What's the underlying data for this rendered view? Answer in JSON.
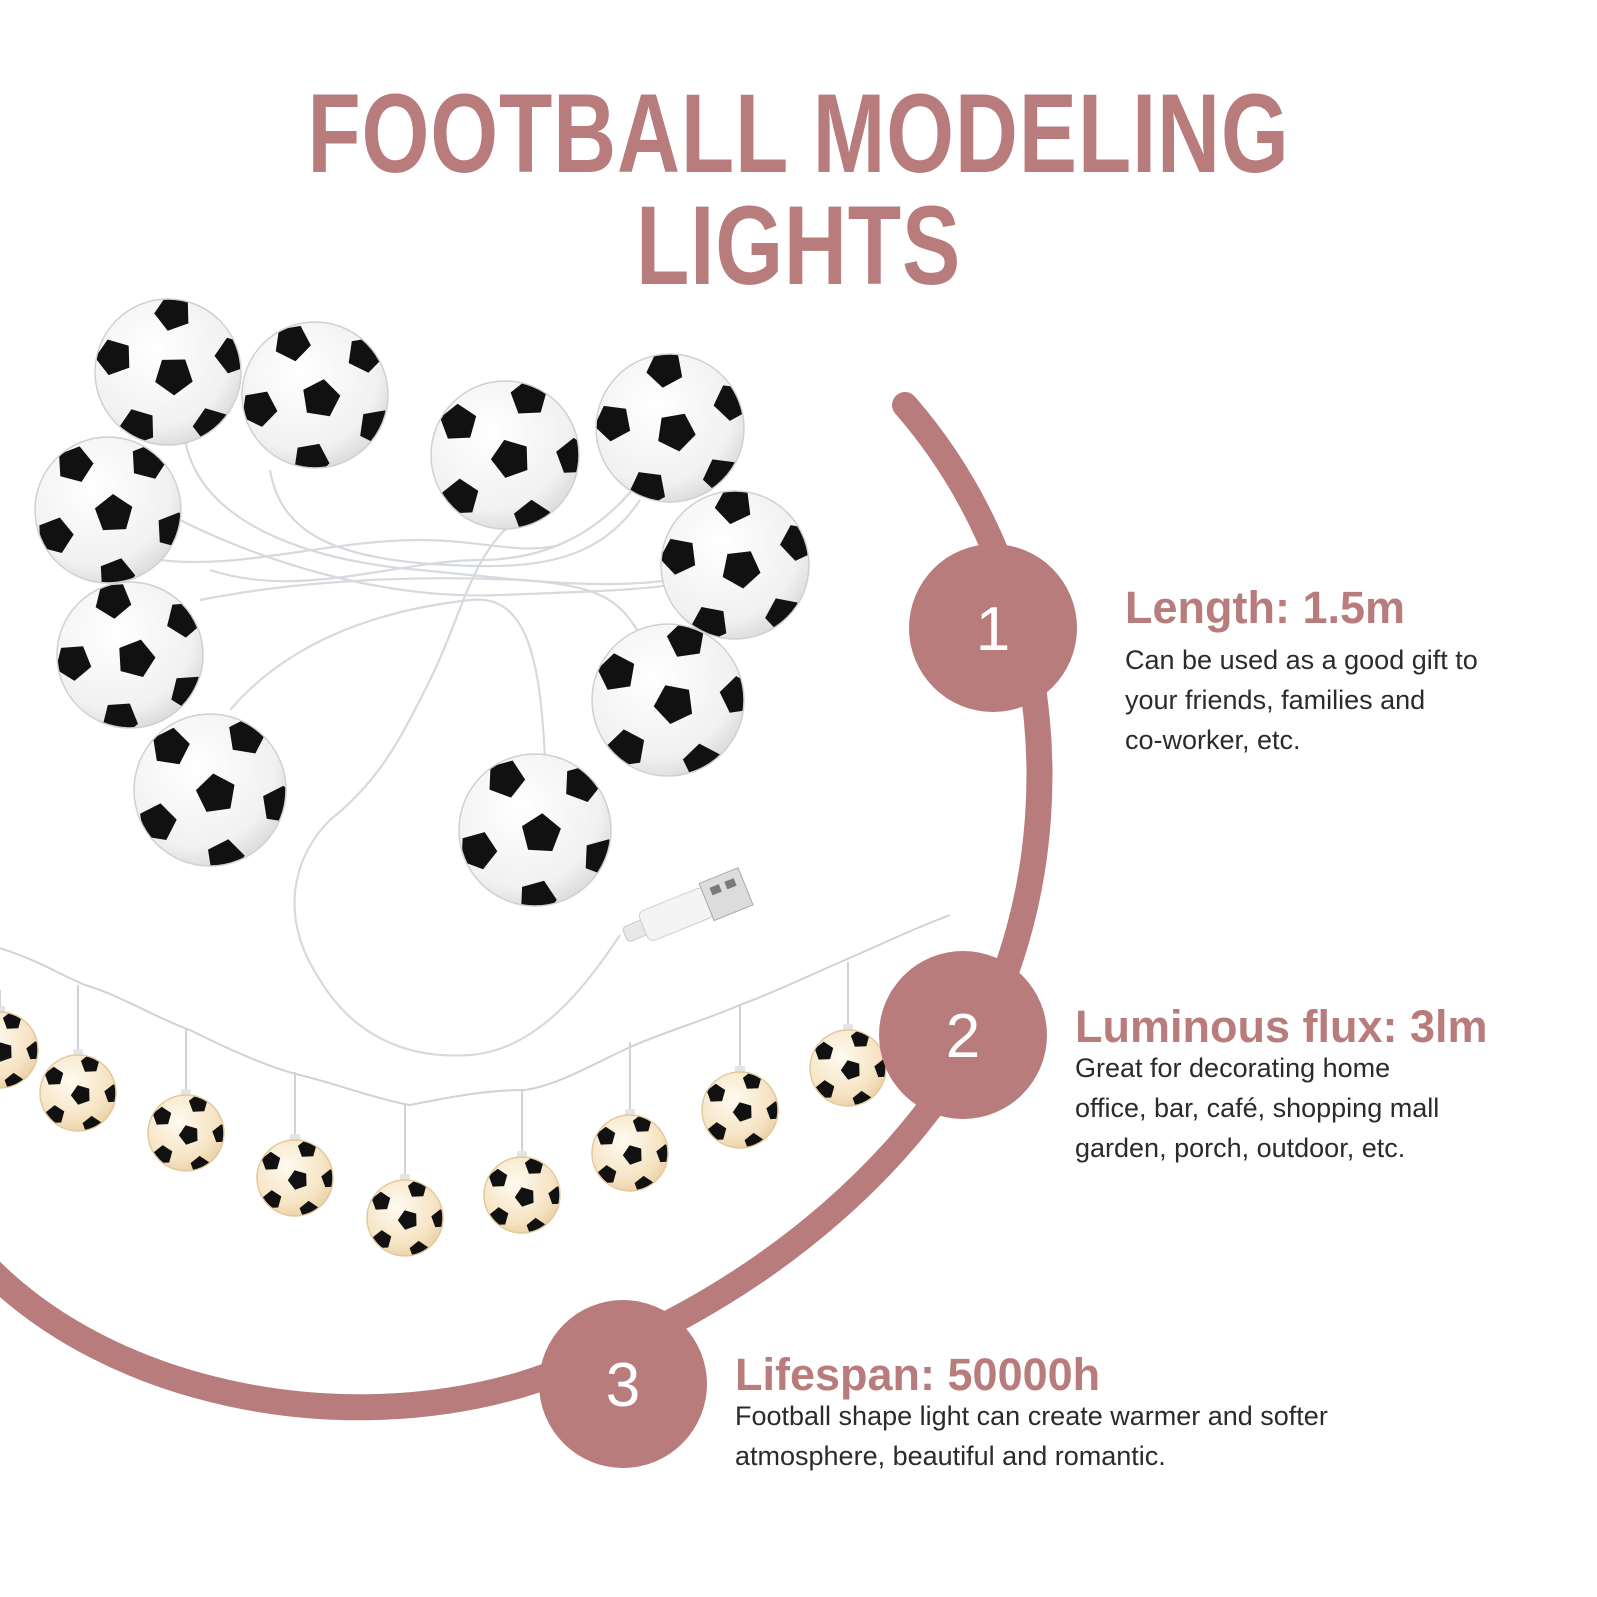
{
  "title": "FOOTBALL MODELING LIGHTS",
  "colors": {
    "accent": "#b97c7c",
    "ball_white": "#f7f7f7",
    "ball_patch": "#111111",
    "lit_ball": "#f6e4c4"
  },
  "features": [
    {
      "number": "1",
      "title": "Length: 1.5m",
      "lines": [
        "Can be used as a good gift to",
        "your friends, families and",
        "co-worker, etc."
      ]
    },
    {
      "number": "2",
      "title": "Luminous flux: 3lm",
      "lines": [
        "Great for decorating home",
        "office, bar, café, shopping mall",
        "garden, porch, outdoor, etc."
      ]
    },
    {
      "number": "3",
      "title": "Lifespan: 50000h",
      "lines": [
        "Football shape light can create warmer and softer",
        "atmosphere, beautiful and romantic."
      ]
    }
  ],
  "images": {
    "product_coil": "football-string-light-coil",
    "lit_garland": "lit-football-garland",
    "usb_plug": "usb-plug-icon"
  }
}
